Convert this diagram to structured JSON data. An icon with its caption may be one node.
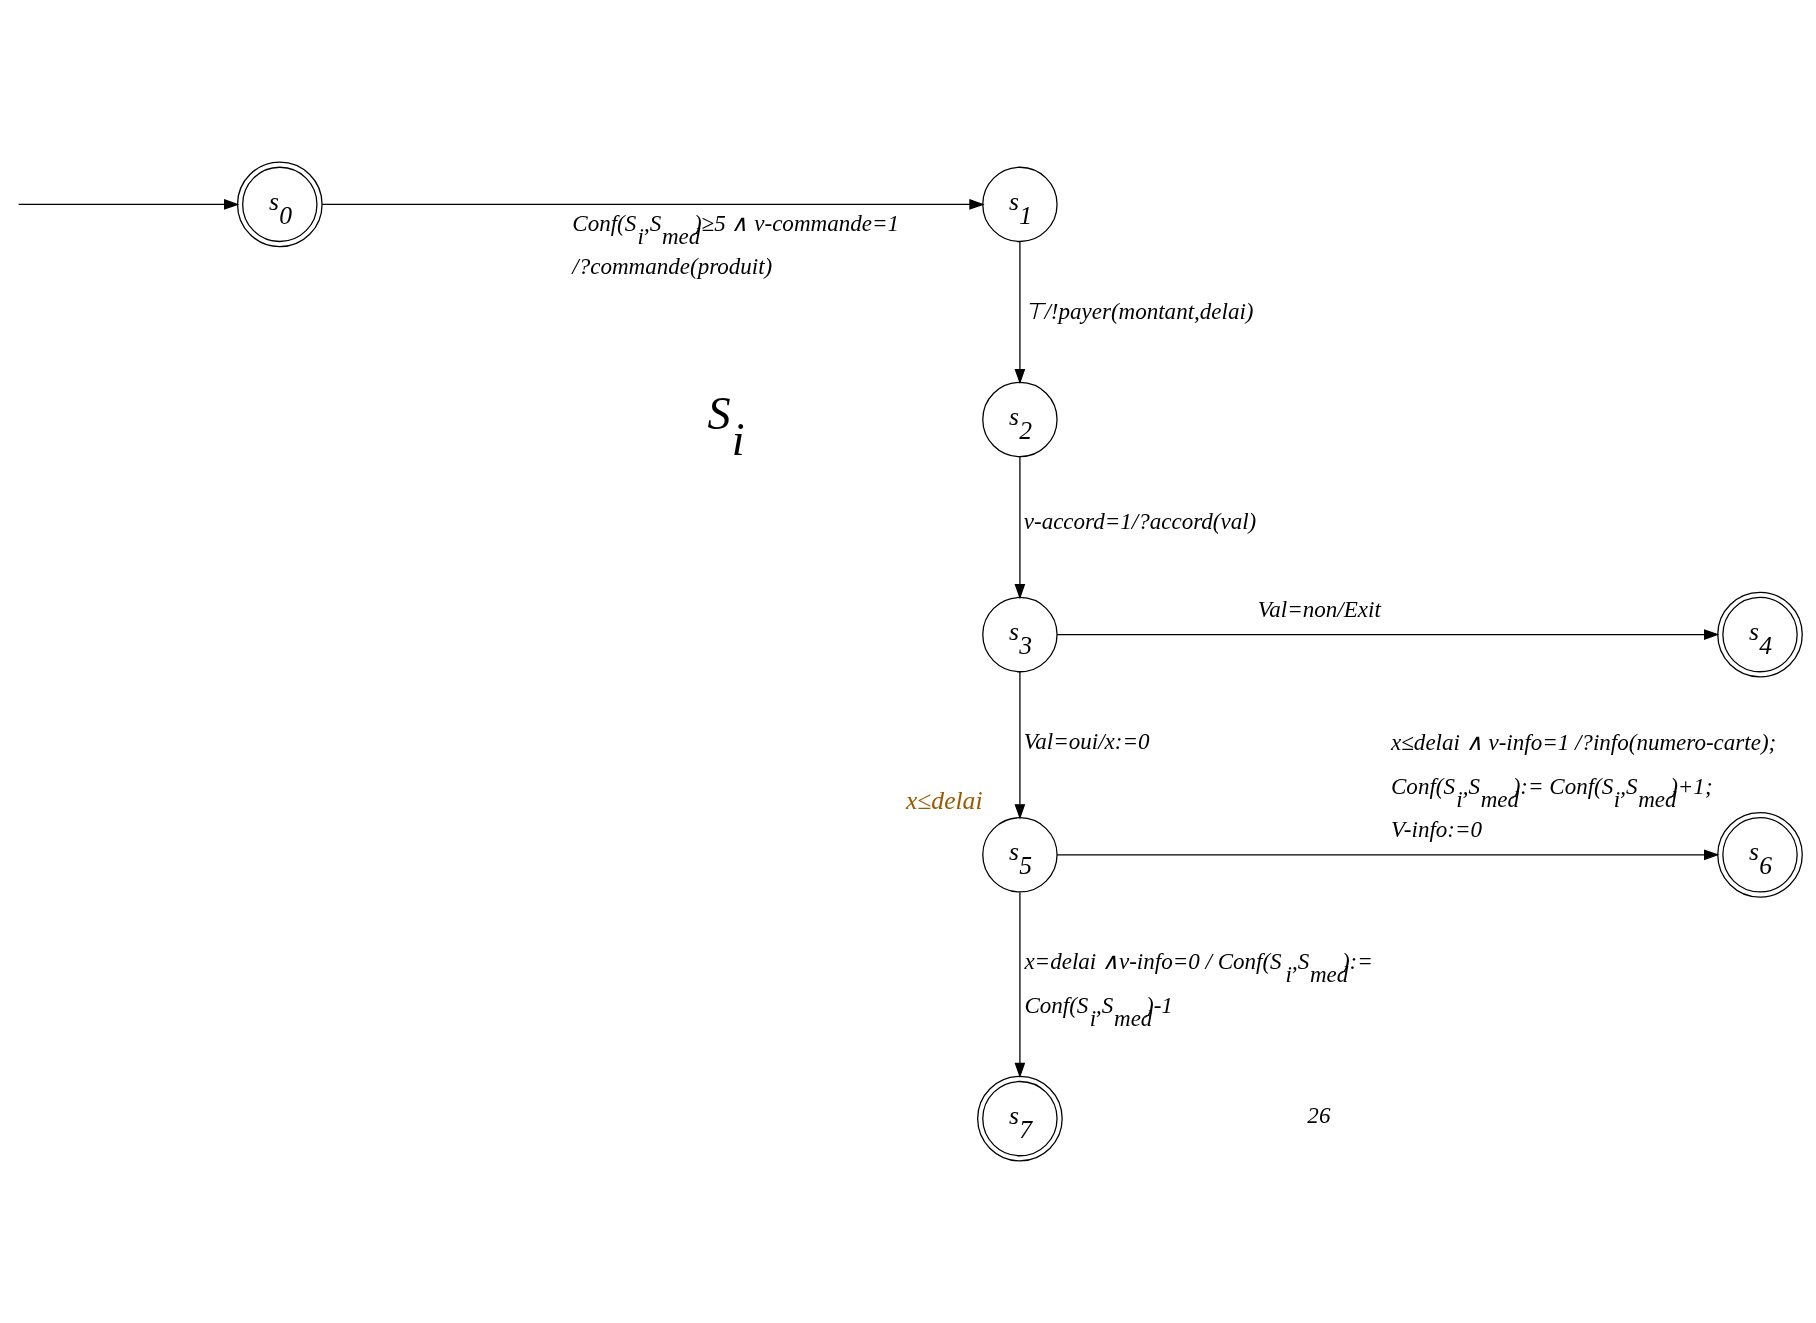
{
  "diagram": {
    "nodes": [
      {
        "text": [
          "s$_{0}$"
        ]
      },
      {
        "text": [
          "s$_{1}$"
        ]
      },
      {
        "text": [
          "s$_{2}$"
        ]
      },
      {
        "text": [
          "s$_{3}$"
        ]
      },
      {
        "text": [
          "s$_{4}$"
        ]
      },
      {
        "text": [
          "s$_{5}$"
        ],
        "beside": [
          "x≤delai"
        ]
      },
      {
        "text": [
          "s$_{6}$"
        ]
      },
      {
        "text": [
          "s$_{7}$"
        ]
      }
    ],
    "edges": [
      {
        "from": null,
        "to": 0,
        "arrow": "to"
      },
      {
        "from": 0,
        "to": 1,
        "arrow": "to",
        "label": "Conf(S$_{i}$,S$_{med}$)≥5 ∧ v-commande=1 /?commande(produit)"
      },
      {
        "from": 1,
        "to": 2,
        "arrow": "to",
        "label": "⊤/!payer(montant,delai)"
      },
      {
        "from": 2,
        "to": 3,
        "arrow": "to",
        "label": "v-accord=1/?accord(val)"
      },
      {
        "from": 3,
        "to": 4,
        "arrow": "to",
        "label": "Val=non/Exit"
      },
      {
        "from": 3,
        "to": 5,
        "arrow": "to",
        "label": "Val=oui/x:=0"
      },
      {
        "from": 5,
        "to": 6,
        "arrow": "to",
        "label": "x≤delai ∧ v-info=1 /?info(numero-carte); Conf(S$_{i}$,S$_{med}$):= Conf(S$_{i}$,S$_{med}$)+1; V-info:=0"
      },
      {
        "from": 5,
        "to": 7,
        "arrow": "to",
        "label": "x=delai ∧v-info=0 / Conf(S$_{i}$,S$_{med}$):= Conf(S$_{i}$,S$_{med}$)-1"
      }
    ],
    "labels": [
      "S$_{i}$",
      "26"
    ]
  }
}
